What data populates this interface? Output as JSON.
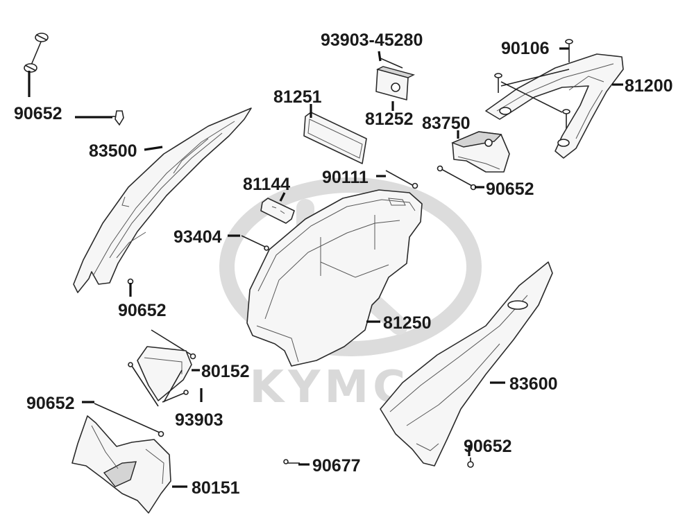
{
  "watermark": {
    "text": "KYMCO"
  },
  "labels": {
    "p90652_a": "90652",
    "p83500": "83500",
    "p93903_45280": "93903-45280",
    "p81251": "81251",
    "p81252": "81252",
    "p90106": "90106",
    "p81200": "81200",
    "p83750": "83750",
    "p90111": "90111",
    "p90652_b": "90652",
    "p81144": "81144",
    "p93404": "93404",
    "p90652_c": "90652",
    "p81250": "81250",
    "p80152": "80152",
    "p93903": "93903",
    "p90652_d": "90652",
    "p83600": "83600",
    "p90652_e": "90652",
    "p90677": "90677",
    "p80151": "80151"
  }
}
